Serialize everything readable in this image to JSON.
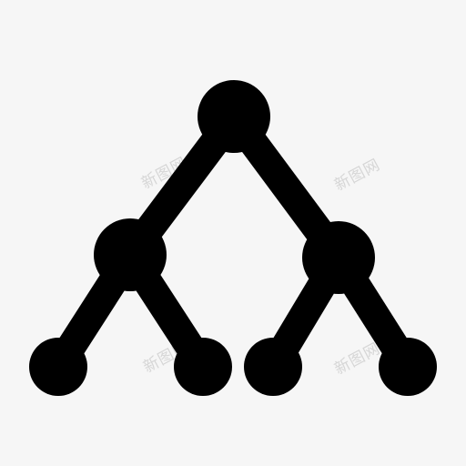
{
  "icon": {
    "name": "binary-tree-icon",
    "fill": "#000000",
    "background": "#f6f6f6"
  },
  "watermarks": [
    "新图网",
    "新图网",
    "新图网",
    "新图网"
  ],
  "watermark_color": "#d6d6d6"
}
